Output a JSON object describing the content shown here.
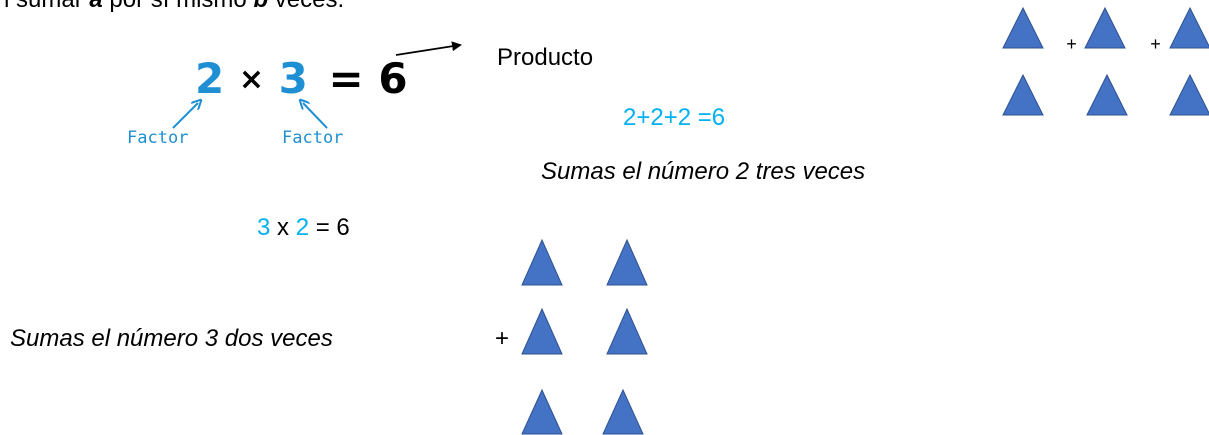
{
  "intro": {
    "prefix": "n sumar ",
    "a": "a",
    "middle": " por sí mismo ",
    "b": "b",
    "suffix": " veces."
  },
  "equation": {
    "f1": "2",
    "times": "×",
    "f2": "3",
    "eq": "=",
    "result": "6"
  },
  "factor_label_left": "Factor",
  "factor_label_right": "Factor",
  "product_label": "Producto",
  "repeated_sum": "2+2+2 =6",
  "explanation_two": "Sumas el número 2 tres veces",
  "equation2": {
    "f1": "3",
    "times": " x ",
    "f2": "2",
    "eq": " = 6"
  },
  "explanation_three": "Sumas el número 3 dos veces",
  "plus_sign": "+",
  "small_plus": "+",
  "colors": {
    "triangle_fill": "#4472c4",
    "triangle_stroke": "#2f528f",
    "factor_blue": "#1f8fd3",
    "sum_blue": "#00b0f0"
  }
}
